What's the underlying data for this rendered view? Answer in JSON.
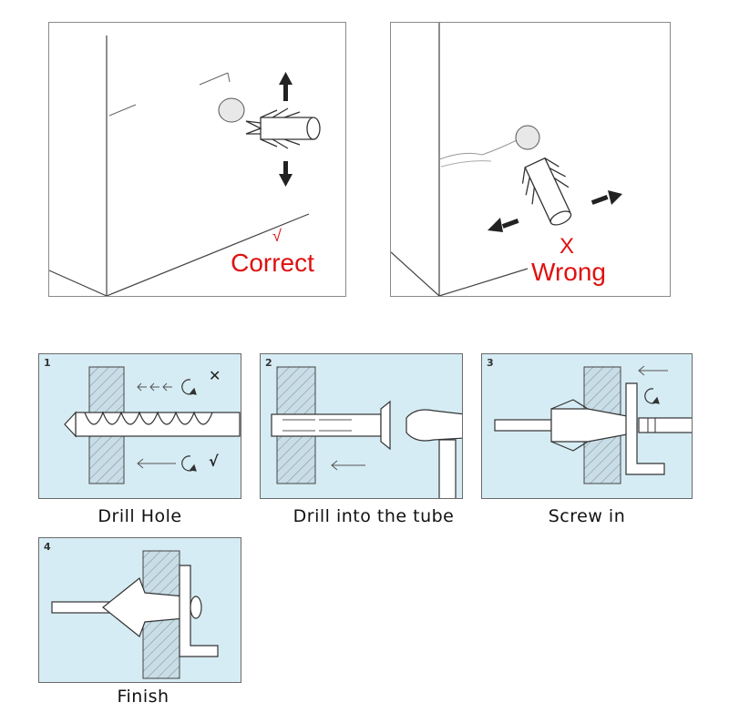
{
  "top_panels": {
    "correct": {
      "symbol": "√",
      "label": "Correct"
    },
    "wrong": {
      "symbol": "X",
      "label": "Wrong"
    }
  },
  "steps": [
    {
      "number": "1",
      "caption": "Drill Hole",
      "marks": {
        "bad": "✕",
        "good": "√"
      }
    },
    {
      "number": "2",
      "caption": "Drill into the tube"
    },
    {
      "number": "3",
      "caption": "Screw in"
    },
    {
      "number": "4",
      "caption": "Finish"
    }
  ],
  "colors": {
    "mark_red": "#e01010",
    "step_bg": "#d6ecf4",
    "line": "#333333"
  }
}
